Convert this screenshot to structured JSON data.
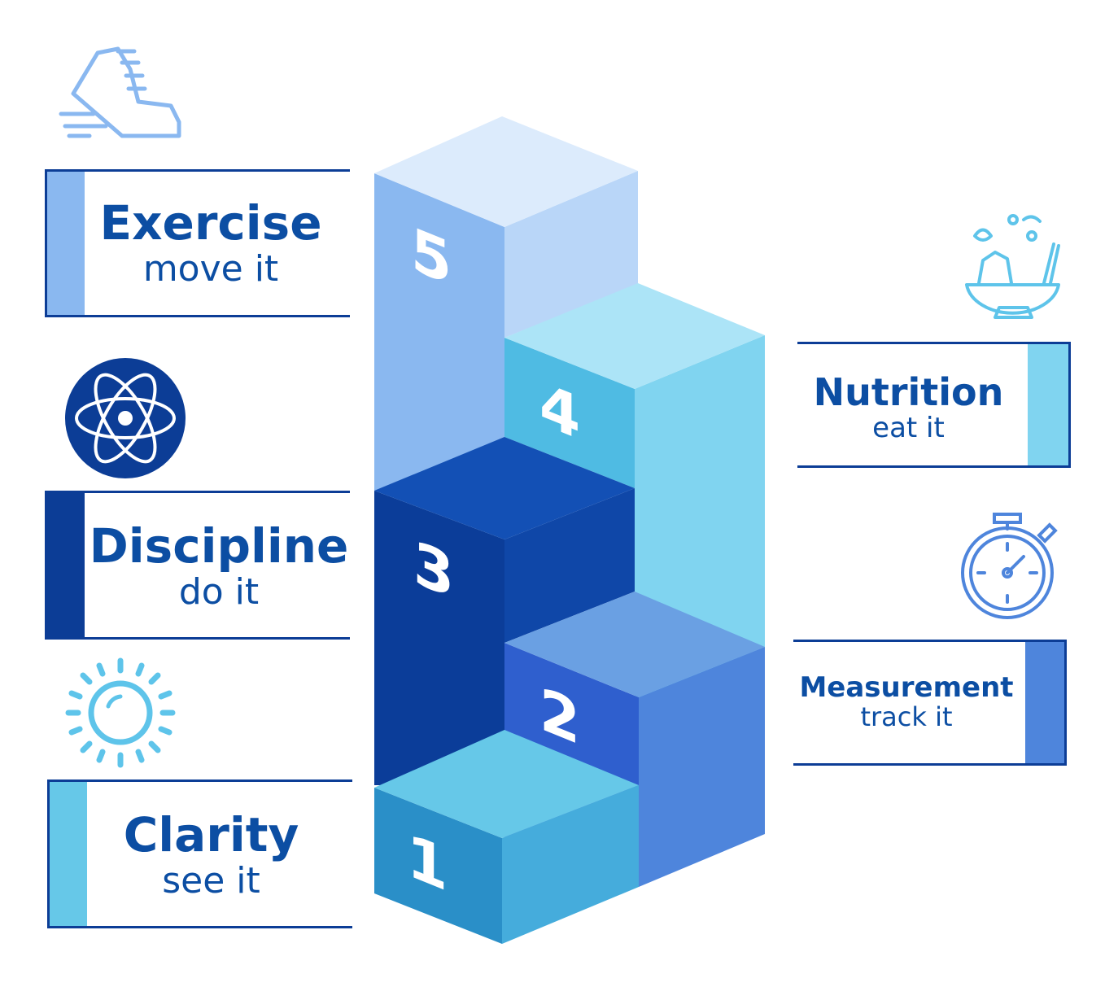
{
  "steps": [
    {
      "number": "1",
      "title": "Clarity",
      "subtitle": "see it",
      "color": "#66c8e8",
      "icon": "sun-icon"
    },
    {
      "number": "2",
      "title": "Measurement",
      "subtitle": "track it",
      "color": "#4e85dc",
      "icon": "stopwatch-icon"
    },
    {
      "number": "3",
      "title": "Discipline",
      "subtitle": "do it",
      "color": "#0c3d96",
      "icon": "atom-icon"
    },
    {
      "number": "4",
      "title": "Nutrition",
      "subtitle": "eat it",
      "color": "#80d4f0",
      "icon": "salad-bowl-icon"
    },
    {
      "number": "5",
      "title": "Exercise",
      "subtitle": "move it",
      "color": "#8ab8f0",
      "icon": "running-shoe-icon"
    }
  ]
}
